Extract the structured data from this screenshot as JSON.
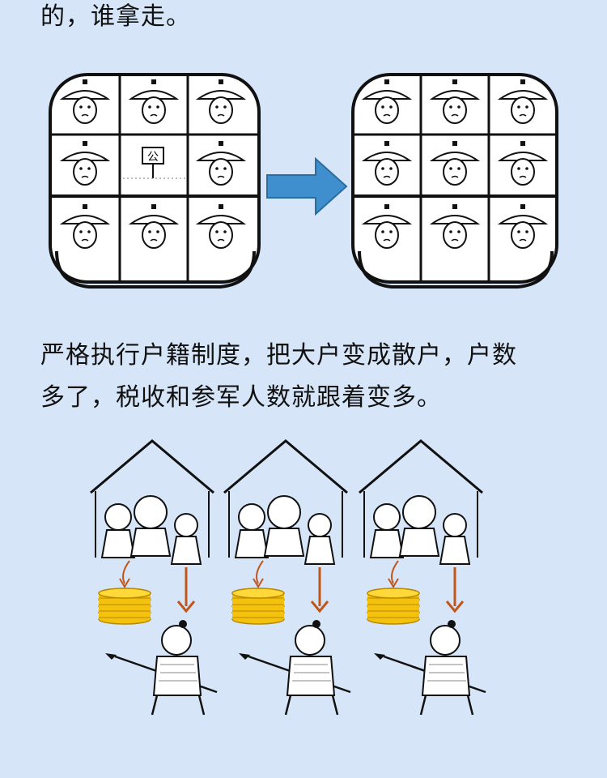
{
  "text": {
    "line_top": "的，谁拿走。",
    "line_1": "严格执行户籍制度，把大户变成散户，户数",
    "line_2": "多了，税收和参军人数就跟着变多。"
  },
  "sign_label": "公",
  "colors": {
    "background": "#d6e6f8",
    "arrow": "#3f8fcf",
    "arrow_stroke": "#2a6d9f",
    "coins": "#f4c20d",
    "coins_dark": "#b88900",
    "tax_arrow": "#c0561b"
  }
}
